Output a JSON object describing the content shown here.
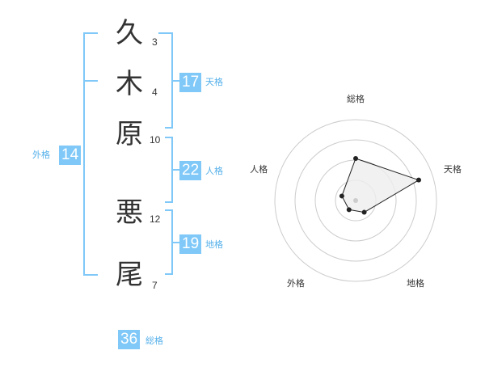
{
  "name": {
    "chars": [
      {
        "char": "久",
        "strokes": "3"
      },
      {
        "char": "木",
        "strokes": "4"
      },
      {
        "char": "原",
        "strokes": "10"
      },
      {
        "char": "悪",
        "strokes": "12"
      },
      {
        "char": "尾",
        "strokes": "7"
      }
    ]
  },
  "fortune": {
    "tenkaku": {
      "value": "17",
      "label": "天格"
    },
    "jinkaku": {
      "value": "22",
      "label": "人格"
    },
    "chikaku": {
      "value": "19",
      "label": "地格"
    },
    "gaikaku": {
      "value": "14",
      "label": "外格"
    },
    "soukaku": {
      "value": "36",
      "label": "総格"
    }
  },
  "colors": {
    "bracket": "#7fc8f8",
    "badge": "#7fc8f8",
    "label": "#55b0ea",
    "text": "#333333",
    "grid": "#cccccc",
    "fill": "#eeeeee"
  },
  "chart_data": {
    "type": "radar",
    "axes": [
      "総格",
      "天格",
      "地格",
      "外格",
      "人格"
    ],
    "max": 5,
    "rings": 4,
    "values": [
      2.6,
      4.1,
      0.9,
      0.7,
      0.9
    ]
  }
}
